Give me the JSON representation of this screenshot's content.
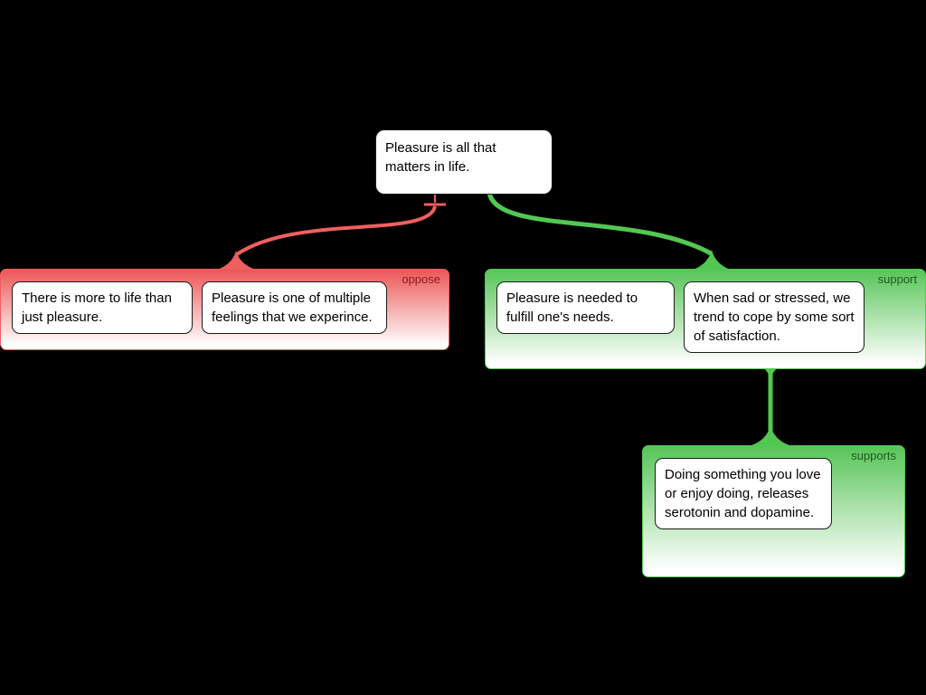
{
  "app": {
    "background": "#000000"
  },
  "claim": {
    "text": "Pleasure is all that matters in life."
  },
  "groups": {
    "oppose": {
      "label": "oppose",
      "nodes": [
        {
          "text": "There is more to life than just pleasure."
        },
        {
          "text": "Pleasure is one of multiple feelings that we experince."
        }
      ]
    },
    "support": {
      "label": "support",
      "nodes": [
        {
          "text": "Pleasure is needed to fulfill one's needs."
        },
        {
          "text": "When sad or stressed, we trend to cope by some sort of satisfaction."
        }
      ]
    },
    "supports": {
      "label": "supports",
      "nodes": [
        {
          "text": "Doing something you love or enjoy doing, releases serotonin and dopamine."
        }
      ]
    }
  },
  "colors": {
    "oppose_fill": "#ec5656",
    "oppose_line": "#ef5f5f",
    "oppose_text": "#8a1c1c",
    "support_fill": "#57c557",
    "support_line": "#52c852",
    "support_text": "#1d5c1d"
  }
}
